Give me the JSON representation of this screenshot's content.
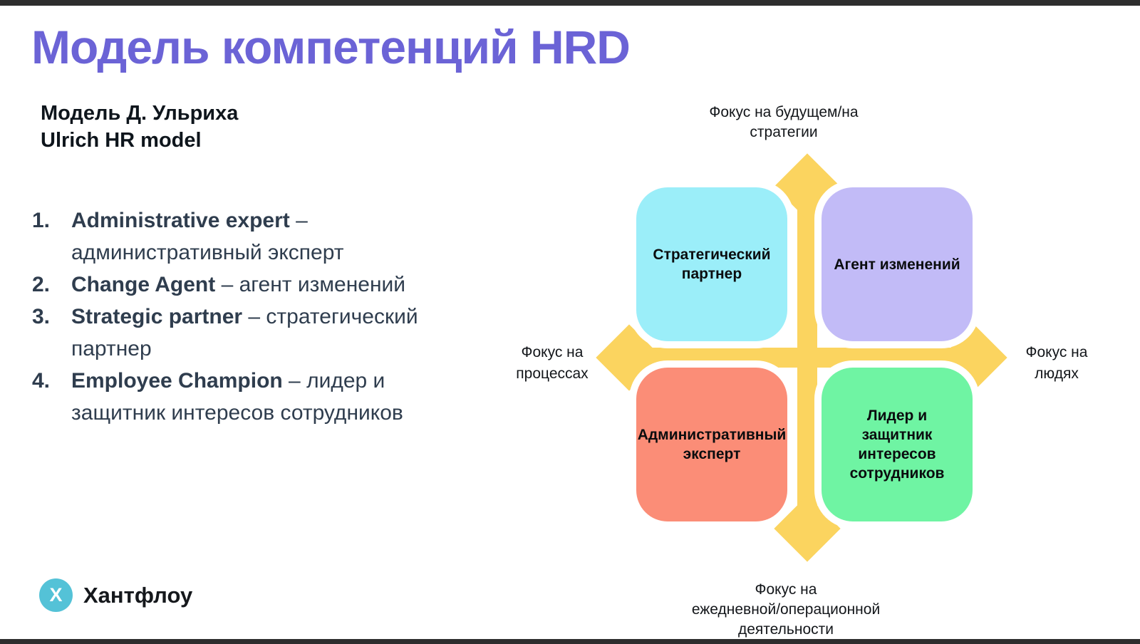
{
  "page": {
    "title": "Модель компетенций HRD",
    "subtitle_line1": "Модель Д. Ульриха",
    "subtitle_line2": "Ulrich HR model"
  },
  "list": {
    "items": [
      {
        "number": "1.",
        "term": "Administrative expert",
        "rest": " – административный эксперт"
      },
      {
        "number": "2.",
        "term": "Change Agent",
        "rest": " – агент изменений"
      },
      {
        "number": "3.",
        "term": "Strategic partner",
        "rest": " – стратегический партнер"
      },
      {
        "number": "4.",
        "term": "Employee Champion",
        "rest": " – лидер и защитник интересов сотрудников"
      }
    ]
  },
  "diagram": {
    "axis_labels": {
      "top": [
        "Фокус на будущем/на",
        "стратегии"
      ],
      "left": [
        "Фокус на",
        "процессах"
      ],
      "right": [
        "Фокус на",
        "людях"
      ],
      "bottom": [
        "Фокус на",
        "ежедневной/операционной",
        "деятельности"
      ]
    },
    "quadrants": [
      {
        "name": "strategic-partner",
        "label_lines": [
          "Стратегический",
          "партнер"
        ],
        "color": "#9beef9"
      },
      {
        "name": "change-agent",
        "label_lines": [
          "Агент изменений"
        ],
        "color": "#c2bbf7"
      },
      {
        "name": "administrative-expert",
        "label_lines": [
          "Административный",
          "эксперт"
        ],
        "color": "#fb8d77"
      },
      {
        "name": "employee-champion",
        "label_lines": [
          "Лидер и защитник",
          "интересов",
          "сотрудников"
        ],
        "color": "#6ff4a3"
      }
    ],
    "cross_color": "#fbd45f"
  },
  "footer": {
    "logo_letter": "X",
    "logo_text": "Хантфлоу",
    "logo_color": "#54c2d7"
  },
  "colors": {
    "title_accent": "#6b63d6",
    "body_text": "#2f3d4e",
    "frame_bars": "#2e2e2e"
  }
}
